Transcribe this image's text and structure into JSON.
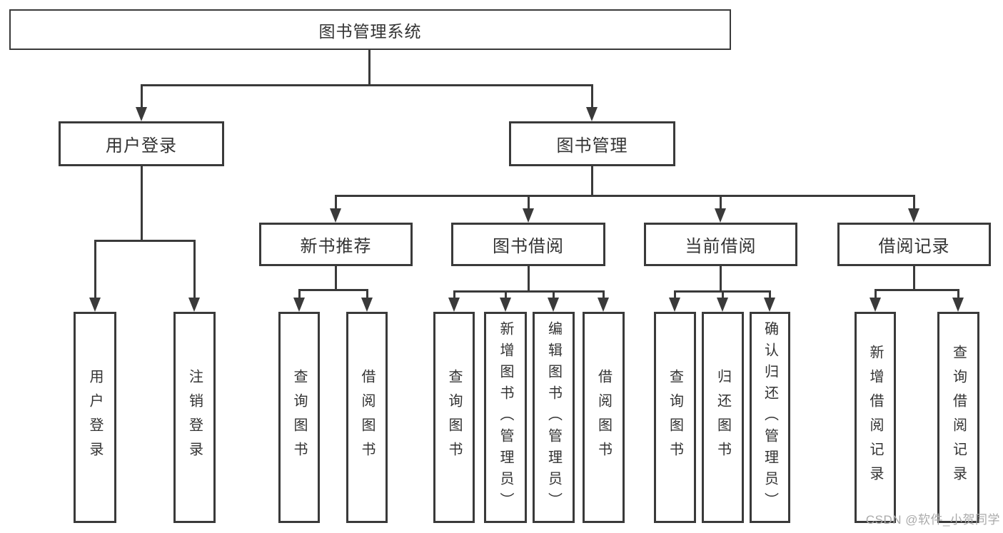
{
  "diagram": {
    "root": {
      "label": "图书管理系统"
    },
    "level1": [
      {
        "label": "用户登录"
      },
      {
        "label": "图书管理"
      }
    ],
    "level2": [
      {
        "label": "新书推荐"
      },
      {
        "label": "图书借阅"
      },
      {
        "label": "当前借阅"
      },
      {
        "label": "借阅记录"
      }
    ],
    "leaves": [
      {
        "label": "用户登录"
      },
      {
        "label": "注销登录"
      },
      {
        "label": "查询图书"
      },
      {
        "label": "借阅图书"
      },
      {
        "label": "查询图书"
      },
      {
        "label": "新增图书（管理员）"
      },
      {
        "label": "编辑图书（管理员）"
      },
      {
        "label": "借阅图书"
      },
      {
        "label": "查询图书"
      },
      {
        "label": "归还图书"
      },
      {
        "label": "确认归还（管理员）"
      },
      {
        "label": "新增借阅记录"
      },
      {
        "label": "查询借阅记录"
      }
    ]
  },
  "watermark": {
    "text": "CSDN @软件_小贺同学"
  },
  "colors": {
    "line": "#3a3a3a",
    "text": "#333333",
    "watermark": "#aaaaaa",
    "background": "#ffffff"
  }
}
